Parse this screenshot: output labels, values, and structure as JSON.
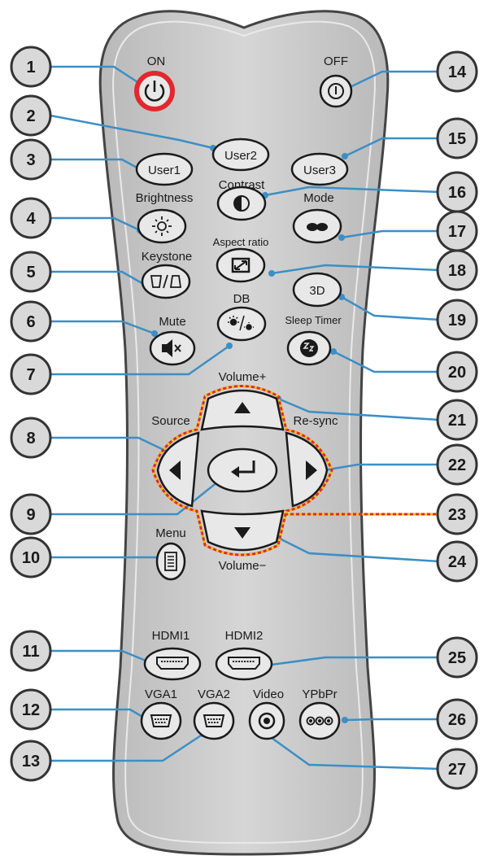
{
  "callouts": [
    "1",
    "2",
    "3",
    "4",
    "5",
    "6",
    "7",
    "8",
    "9",
    "10",
    "11",
    "12",
    "13",
    "14",
    "15",
    "16",
    "17",
    "18",
    "19",
    "20",
    "21",
    "22",
    "23",
    "24",
    "25",
    "26",
    "27"
  ],
  "labels": {
    "on": "ON",
    "off": "OFF",
    "brightness": "Brightness",
    "contrast": "Contrast",
    "mode": "Mode",
    "aspect_ratio": "Aspect ratio",
    "keystone": "Keystone",
    "db": "DB",
    "mute": "Mute",
    "sleep_timer": "Sleep Timer",
    "volume_plus": "Volume+",
    "source": "Source",
    "resync": "Re-sync",
    "menu": "Menu",
    "volume_minus": "Volume−",
    "hdmi1": "HDMI1",
    "hdmi2": "HDMI2",
    "vga1": "VGA1",
    "vga2": "VGA2",
    "video": "Video",
    "ypbpr": "YPbPr"
  },
  "buttons": {
    "user1": "User1",
    "user2": "User2",
    "user3": "User3",
    "three_d": "3D"
  },
  "icons": [
    "power-icon",
    "sun-icon",
    "contrast-icon",
    "mode-icon",
    "aspect-ratio-icon",
    "keystone-icon",
    "db-icon",
    "mute-icon",
    "sleep-timer-icon",
    "arrow-up-icon",
    "arrow-left-icon",
    "enter-icon",
    "arrow-right-icon",
    "arrow-down-icon",
    "menu-icon",
    "hdmi-port-icon",
    "vga-port-icon",
    "video-jack-icon",
    "ypbpr-jack-icon"
  ],
  "colors": {
    "leader": "#3b8fc5",
    "power_ring": "#e0282e",
    "highlight": "#e0282e",
    "highlight_alt": "#f2c200",
    "body": "#c8c8c8"
  }
}
